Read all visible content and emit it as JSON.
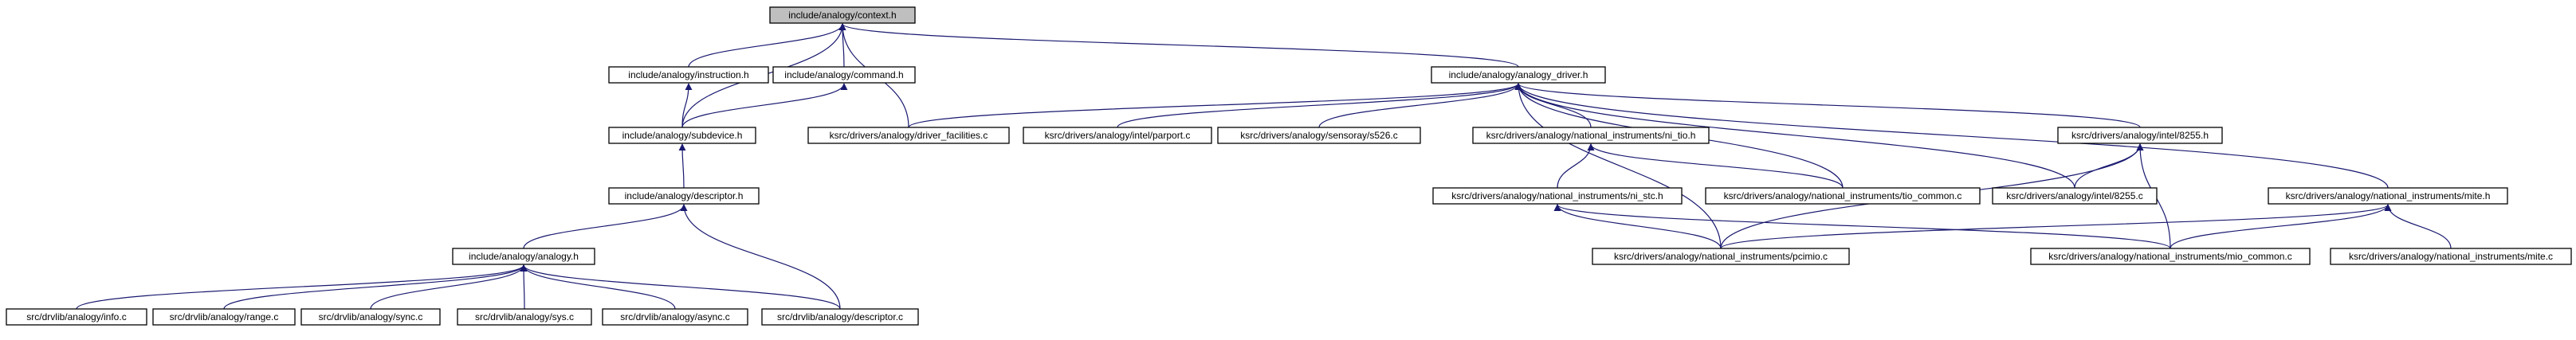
{
  "nodes": {
    "context_h": "include/analogy/context.h",
    "instruction_h": "include/analogy/instruction.h",
    "command_h": "include/analogy/command.h",
    "subdevice_h": "include/analogy/subdevice.h",
    "descriptor_h": "include/analogy/descriptor.h",
    "analogy_h": "include/analogy/analogy.h",
    "info_c": "src/drvlib/analogy/info.c",
    "range_c": "src/drvlib/analogy/range.c",
    "sync_c": "src/drvlib/analogy/sync.c",
    "sys_c": "src/drvlib/analogy/sys.c",
    "async_c": "src/drvlib/analogy/async.c",
    "descriptor_c": "src/drvlib/analogy/descriptor.c",
    "analogy_driver_h": "include/analogy/analogy_driver.h",
    "driver_facilities_c": "ksrc/drivers/analogy/driver_facilities.c",
    "parport_c": "ksrc/drivers/analogy/intel/parport.c",
    "s526_c": "ksrc/drivers/analogy/sensoray/s526.c",
    "ni_tio_h": "ksrc/drivers/analogy/national_instruments/ni_tio.h",
    "i8255_h": "ksrc/drivers/analogy/intel/8255.h",
    "ni_stc_h": "ksrc/drivers/analogy/national_instruments/ni_stc.h",
    "tio_common_c": "ksrc/drivers/analogy/national_instruments/tio_common.c",
    "i8255_c": "ksrc/drivers/analogy/intel/8255.c",
    "mite_h": "ksrc/drivers/analogy/national_instruments/mite.h",
    "pcimio_c": "ksrc/drivers/analogy/national_instruments/pcimio.c",
    "mio_common_c": "ksrc/drivers/analogy/national_instruments/mio_common.c",
    "mite_c": "ksrc/drivers/analogy/national_instruments/mite.c"
  },
  "edge_color": "#191970",
  "root_fill": "#bfbfbf",
  "edges": [
    [
      "instruction_h",
      "context_h"
    ],
    [
      "command_h",
      "context_h"
    ],
    [
      "subdevice_h",
      "context_h"
    ],
    [
      "driver_facilities_c",
      "context_h"
    ],
    [
      "analogy_driver_h",
      "context_h"
    ],
    [
      "subdevice_h",
      "instruction_h"
    ],
    [
      "subdevice_h",
      "command_h"
    ],
    [
      "descriptor_h",
      "subdevice_h"
    ],
    [
      "analogy_h",
      "descriptor_h"
    ],
    [
      "descriptor_c",
      "descriptor_h"
    ],
    [
      "info_c",
      "analogy_h"
    ],
    [
      "range_c",
      "analogy_h"
    ],
    [
      "sync_c",
      "analogy_h"
    ],
    [
      "sys_c",
      "analogy_h"
    ],
    [
      "async_c",
      "analogy_h"
    ],
    [
      "descriptor_c",
      "analogy_h"
    ],
    [
      "driver_facilities_c",
      "analogy_driver_h"
    ],
    [
      "parport_c",
      "analogy_driver_h"
    ],
    [
      "s526_c",
      "analogy_driver_h"
    ],
    [
      "ni_tio_h",
      "analogy_driver_h"
    ],
    [
      "i8255_h",
      "analogy_driver_h"
    ],
    [
      "mite_h",
      "analogy_driver_h"
    ],
    [
      "tio_common_c",
      "analogy_driver_h"
    ],
    [
      "i8255_c",
      "analogy_driver_h"
    ],
    [
      "pcimio_c",
      "analogy_driver_h"
    ],
    [
      "ni_stc_h",
      "ni_tio_h"
    ],
    [
      "tio_common_c",
      "ni_tio_h"
    ],
    [
      "i8255_c",
      "i8255_h"
    ],
    [
      "pcimio_c",
      "i8255_h"
    ],
    [
      "mio_common_c",
      "i8255_h"
    ],
    [
      "pcimio_c",
      "ni_stc_h"
    ],
    [
      "mio_common_c",
      "ni_stc_h"
    ],
    [
      "pcimio_c",
      "mite_h"
    ],
    [
      "mio_common_c",
      "mite_h"
    ],
    [
      "mite_c",
      "mite_h"
    ]
  ]
}
